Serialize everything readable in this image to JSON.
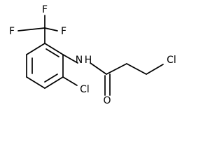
{
  "molecule": {
    "atoms": {
      "f_top": "F",
      "f_left": "F",
      "f_right": "F",
      "nh": "N",
      "nh_h": "H",
      "o": "O",
      "cl_ring": "Cl",
      "cl_chain": "Cl"
    }
  },
  "colors": {
    "bond": "#000000",
    "label": "#000000",
    "background": "#ffffff"
  }
}
